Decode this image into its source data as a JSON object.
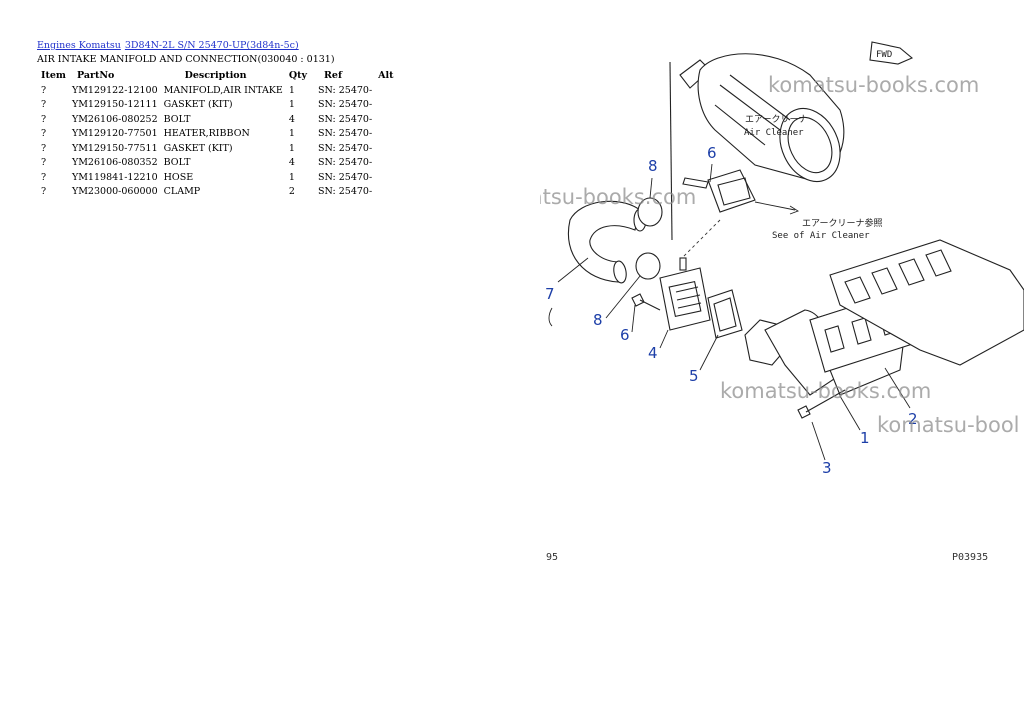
{
  "breadcrumb": {
    "link1": "Engines Komatsu",
    "link2": "3D84N-2L S/N 25470-UP(3d84n-5c)"
  },
  "page_title": "AIR INTAKE MANIFOLD AND CONNECTION(030040 : 0131)",
  "table": {
    "headers": {
      "item": "Item",
      "partno": "PartNo",
      "description": "Description",
      "qty": "Qty",
      "ref": "Ref",
      "alt": "Alt"
    },
    "rows": [
      {
        "item": "?",
        "partno": "YM129122-12100",
        "description": "MANIFOLD,AIR INTAKE",
        "qty": "1",
        "ref": "SN: 25470-",
        "alt": ""
      },
      {
        "item": "?",
        "partno": "YM129150-12111",
        "description": "GASKET (KIT)",
        "qty": "1",
        "ref": "SN: 25470-",
        "alt": ""
      },
      {
        "item": "?",
        "partno": "YM26106-080252",
        "description": "BOLT",
        "qty": "4",
        "ref": "SN: 25470-",
        "alt": ""
      },
      {
        "item": "?",
        "partno": "YM129120-77501",
        "description": "HEATER,RIBBON",
        "qty": "1",
        "ref": "SN: 25470-",
        "alt": ""
      },
      {
        "item": "?",
        "partno": "YM129150-77511",
        "description": "GASKET (KIT)",
        "qty": "1",
        "ref": "SN: 25470-",
        "alt": ""
      },
      {
        "item": "?",
        "partno": "YM26106-080352",
        "description": "BOLT",
        "qty": "4",
        "ref": "SN: 25470-",
        "alt": ""
      },
      {
        "item": "?",
        "partno": "YM119841-12210",
        "description": "HOSE",
        "qty": "1",
        "ref": "SN: 25470-",
        "alt": ""
      },
      {
        "item": "?",
        "partno": "YM23000-060000",
        "description": "CLAMP",
        "qty": "2",
        "ref": "SN: 25470-",
        "alt": ""
      }
    ]
  },
  "diagram": {
    "callouts": [
      "8",
      "6",
      "7",
      "8",
      "6",
      "4",
      "5",
      "2",
      "1",
      "3"
    ],
    "watermark": "komatsu-books.com",
    "watermark_cut": "komatsu-bool",
    "jp_air_cleaner": "エアークリーナ",
    "air_cleaner": "Air Cleaner",
    "jp_see": "エアークリーナ参照",
    "see_air_cleaner": "See of Air Cleaner",
    "fwd": "FWD",
    "page_left": "95",
    "page_right": "P03935"
  }
}
